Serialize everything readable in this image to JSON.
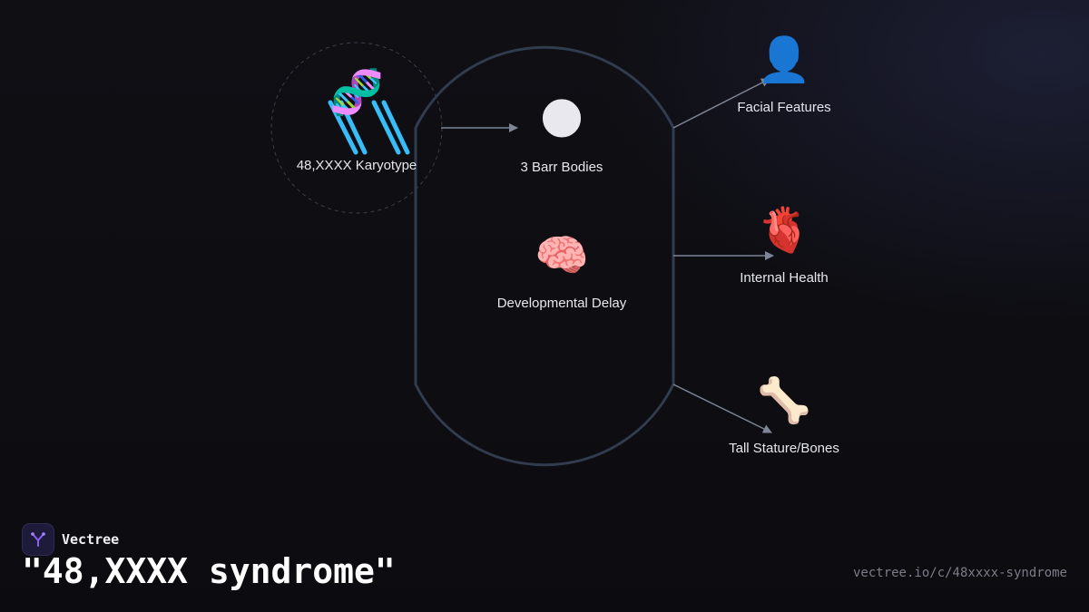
{
  "diagram": {
    "source": {
      "label": "48,XXXX Karyotype",
      "icon": "dna-icon",
      "glyph": "🧬"
    },
    "center_items": [
      {
        "label": "3 Barr Bodies",
        "icon": "dark-moon-icon",
        "glyph": "🌑"
      },
      {
        "label": "Developmental Delay",
        "icon": "brain-icon",
        "glyph": "🧠"
      }
    ],
    "outcomes": [
      {
        "label": "Facial Features",
        "icon": "person-silhouette-icon",
        "glyph": "👤"
      },
      {
        "label": "Internal Health",
        "icon": "anatomical-heart-icon",
        "glyph": "🫀"
      },
      {
        "label": "Tall Stature/Bones",
        "icon": "bone-icon",
        "glyph": "🦴"
      }
    ],
    "colors": {
      "outline": "#323c4f",
      "arrow": "#7d8596",
      "dna_accent": "#38bdf8",
      "brand_accent": "#8b5cf6"
    }
  },
  "footer": {
    "brand_name": "Vectree",
    "title": "\"48,XXXX syndrome\"",
    "url": "vectree.io/c/48xxxx-syndrome"
  }
}
